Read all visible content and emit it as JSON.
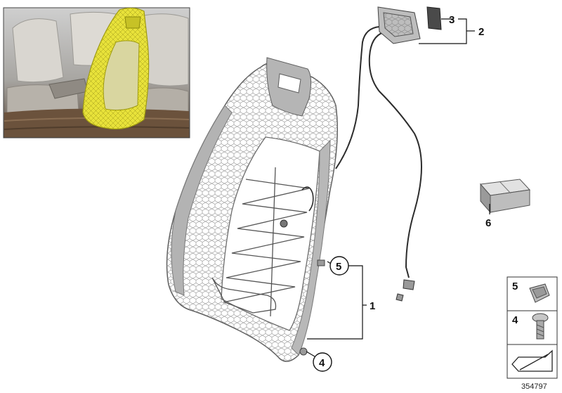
{
  "diagram_number": "354797",
  "callouts": {
    "p1": "1",
    "p2": "2",
    "p3": "3",
    "p4": "4",
    "p5": "5",
    "p6": "6"
  },
  "legend": {
    "row1_number": "5",
    "row2_number": "4"
  },
  "colors": {
    "highlight": "#e8e23a",
    "frame": "#bdbdbd",
    "line": "#111111"
  }
}
